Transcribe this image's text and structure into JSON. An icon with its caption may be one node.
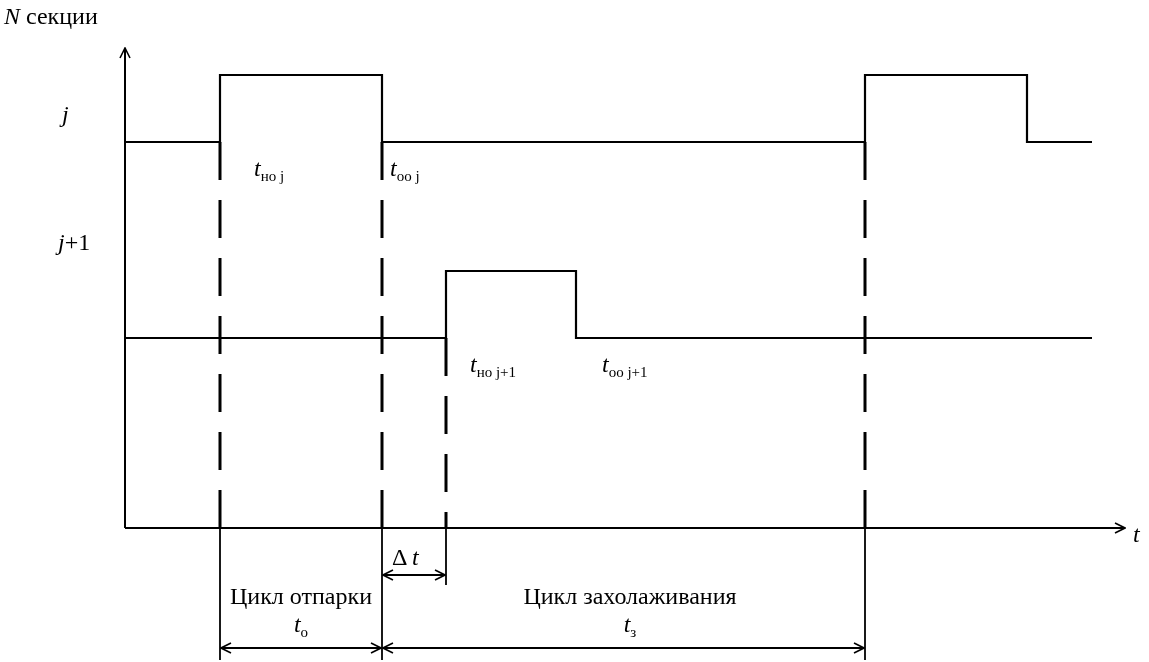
{
  "diagram": {
    "labels": [
      "*N* секции",
      "*j*",
      "*j*+1",
      "*t*$_{но j}$",
      "*t*$_{оо j}$",
      "*t*$_{но j+1}$",
      "*t*$_{oo j+1}$",
      "*t*",
      "Δ *t*",
      "Цикл отпарки *t*$_{о}$",
      "Цикл захолаживания *t*$_{з}$"
    ]
  }
}
